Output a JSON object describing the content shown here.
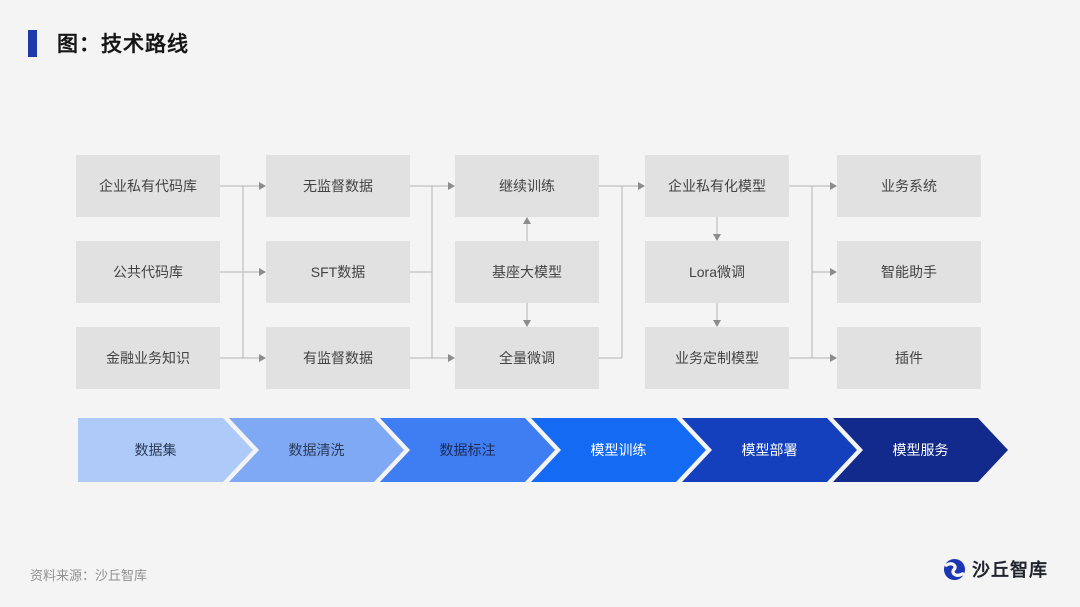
{
  "header": {
    "title": "图：技术路线"
  },
  "diagram": {
    "columns": [
      {
        "boxes": [
          "企业私有代码库",
          "公共代码库",
          "金融业务知识"
        ]
      },
      {
        "boxes": [
          "无监督数据",
          "SFT数据",
          "有监督数据"
        ]
      },
      {
        "boxes": [
          "继续训练",
          "基座大模型",
          "全量微调"
        ]
      },
      {
        "boxes": [
          "企业私有化模型",
          "Lora微调",
          "业务定制模型"
        ]
      },
      {
        "boxes": [
          "业务系统",
          "智能助手",
          "插件"
        ]
      }
    ],
    "node_fill": "#e1e1e2",
    "line_color": "#b5b5b5"
  },
  "process": {
    "steps": [
      {
        "label": "数据集",
        "fill": "#aecaf9",
        "text_color": "#2c3a55"
      },
      {
        "label": "数据清洗",
        "fill": "#7fa9f4",
        "text_color": "#2c3a55"
      },
      {
        "label": "数据标注",
        "fill": "#3f7df2",
        "text_color": "#1c2b56"
      },
      {
        "label": "模型训练",
        "fill": "#146af3",
        "text_color": "#ffffff"
      },
      {
        "label": "模型部署",
        "fill": "#1440bd",
        "text_color": "#ffffff"
      },
      {
        "label": "模型服务",
        "fill": "#122a8c",
        "text_color": "#ffffff"
      }
    ]
  },
  "footer": {
    "source": "资料来源：沙丘智库",
    "brand": "沙丘智库",
    "brand_color": "#1c35b4"
  }
}
